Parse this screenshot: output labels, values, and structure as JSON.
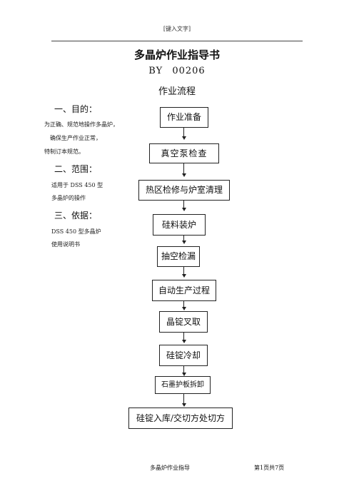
{
  "header": {
    "text": "[键入文字]"
  },
  "title": "多晶炉作业指导书",
  "code": "BY 00206",
  "subtitle": "作业流程",
  "sections": [
    {
      "heading": "一、目的：",
      "lines": [
        "为正确、规范地操作多晶炉，",
        "确保生产作业正常，",
        "特制订本规范。"
      ]
    },
    {
      "heading": "二、范围：",
      "lines": [
        "适用于 DSS 450 型",
        "多晶炉的操作"
      ]
    },
    {
      "heading": "三、依据：",
      "lines": [
        "DSS 450 型多晶炉",
        "使用说明书"
      ]
    }
  ],
  "flow_steps": [
    "作业准备",
    "真空泵检查",
    "热区检修与炉室清理",
    "硅料装炉",
    "抽空检漏",
    "自动生产过程",
    "晶锭叉取",
    "硅锭冷却",
    "石墨护板拆卸",
    "硅锭入库/交切方处切方"
  ],
  "footer": {
    "left": "多晶炉作业指导",
    "right": "第1页共7页"
  }
}
